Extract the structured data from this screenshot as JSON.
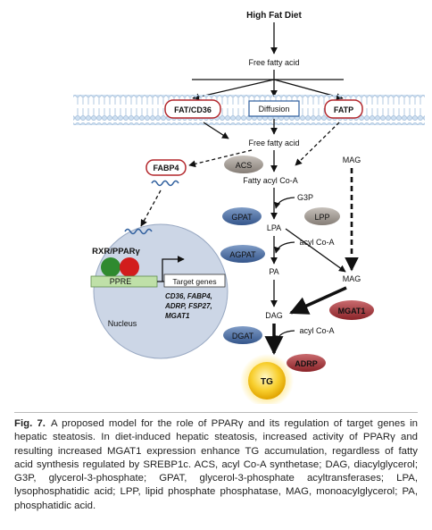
{
  "diagram": {
    "title": "High Fat Diet",
    "free_fatty_acid_top": "Free fatty acid",
    "fat_cd36": "FAT/CD36",
    "diffusion": "Diffusion",
    "fatp": "FATP",
    "free_fatty_acid_mid": "Free fatty acid",
    "fabp4": "FABP4",
    "acs": "ACS",
    "mag_top": "MAG",
    "fatty_acyl_coa": "Fatty acyl Co-A",
    "g3p": "G3P",
    "gpat": "GPAT",
    "lpp": "LPP",
    "lpa": "LPA",
    "agpat": "AGPAT",
    "acyl_coa_1": "acyl Co-A",
    "pa": "PA",
    "mag_mid": "MAG",
    "mgat1": "MGAT1",
    "dag": "DAG",
    "dgat": "DGAT",
    "acyl_coa_2": "acyl Co-A",
    "adrp": "ADRP",
    "tg": "TG",
    "nucleus": {
      "receptor_label": "RXR/PPARγ",
      "ppre": "PPRE",
      "target_genes": "Target genes",
      "gene_list": [
        "CD36, FABP4,",
        "ADRP, FSP27,",
        "MGAT1"
      ],
      "label": "Nucleus"
    }
  },
  "caption": {
    "fig_label": "Fig. 7.",
    "text": "A proposed model for the role of PPARγ and its regulation of target genes in hepatic steatosis. In diet-induced hepatic steatosis, increased activity of PPARγ and resulting increased MGAT1 expression enhance TG accumulation, regardless of fatty acid synthesis regulated by SREBP1c. ACS, acyl Co-A synthetase; DAG, diacylglycerol; G3P, glycerol-3-phosphate; GPAT, glycerol-3-phosphate acyltransferases; LPA, lysophosphatidic acid; LPP, lipid phosphate phosphatase, MAG, monoacylglycerol; PA, phosphatidic acid."
  },
  "colors": {
    "membrane": "#b9cfe6",
    "transporter_border": "#b3262b",
    "enzyme_gray": "#a19a93",
    "enzyme_blue": "#4b6fa3",
    "enzyme_red": "#a8343a",
    "nucleus_fill": "#ccd6e6",
    "rxr_green": "#2f8a2f",
    "ppar_red": "#d21d1d",
    "ppre_fill": "#bfe0a8",
    "tg_yellow": "#f6c21a"
  }
}
